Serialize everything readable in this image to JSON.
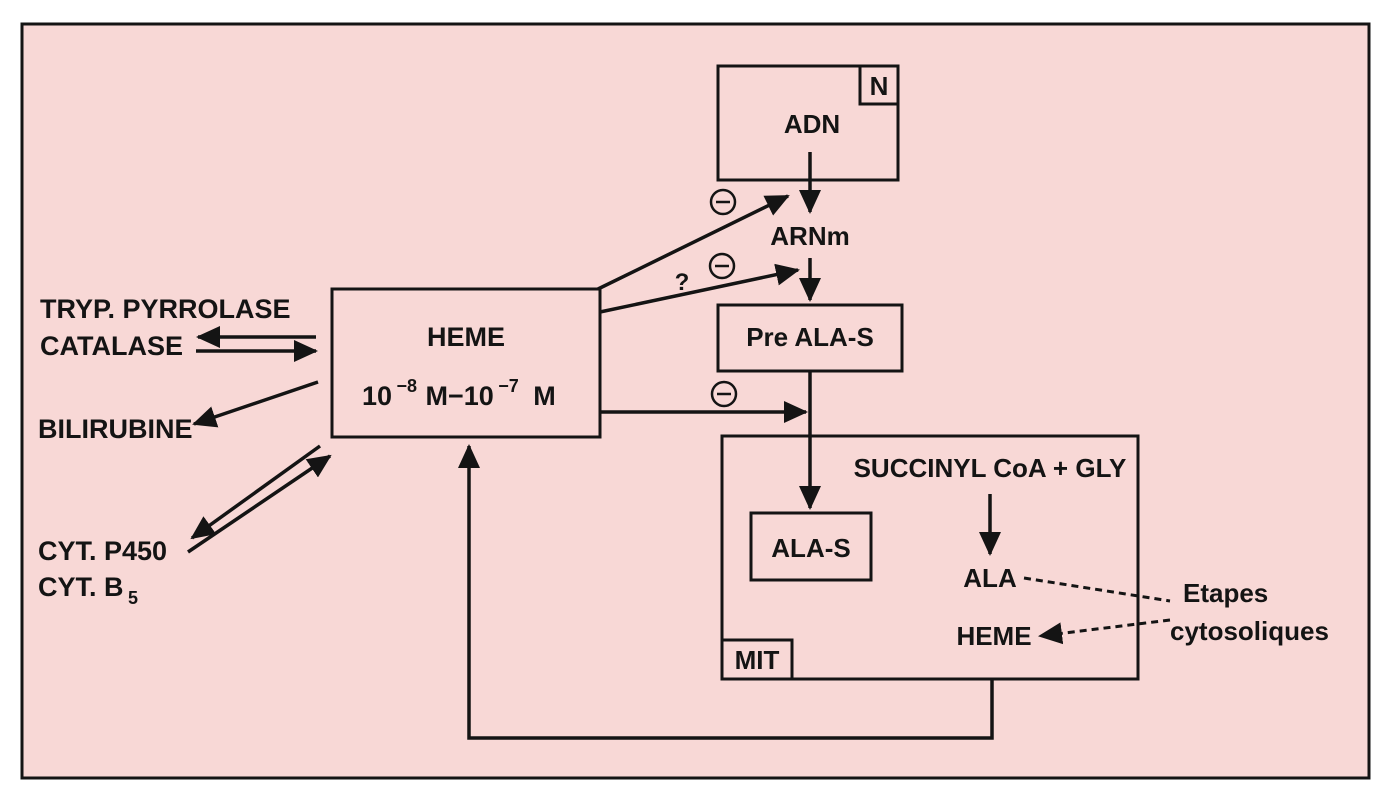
{
  "colors": {
    "background": "#f8d8d6",
    "ink": "#141414",
    "page": "#ffffff"
  },
  "boxes": {
    "nucleus_label": "N",
    "adn": "ADN",
    "arnm": "ARNm",
    "pre_alas": "Pre ALA-S",
    "heme_title": "HEME",
    "heme_conc_base1": "10",
    "heme_conc_exp1": "−8",
    "heme_conc_mid": "M−10",
    "heme_conc_exp2": "−7",
    "heme_conc_unit": "M",
    "succinyl": "SUCCINYL CoA + GLY",
    "alas": "ALA-S",
    "ala": "ALA",
    "heme_mit": "HEME",
    "mit_label": "MIT"
  },
  "left_labels": {
    "tryp": "TRYP. PYRROLASE",
    "catalase": "CATALASE",
    "bilirubine": "BILIRUBINE",
    "cyt_p450": "CYT. P450",
    "cyt_b_prefix": "CYT. B",
    "cyt_b_sub": "5"
  },
  "annotations": {
    "inhibit_symbol": "⊖",
    "question": "?",
    "etapes": "Etapes",
    "cytosoliques": "cytosoliques"
  },
  "icons": {
    "inhibition": "minus-circle-icon",
    "arrow": "arrowhead-icon"
  }
}
